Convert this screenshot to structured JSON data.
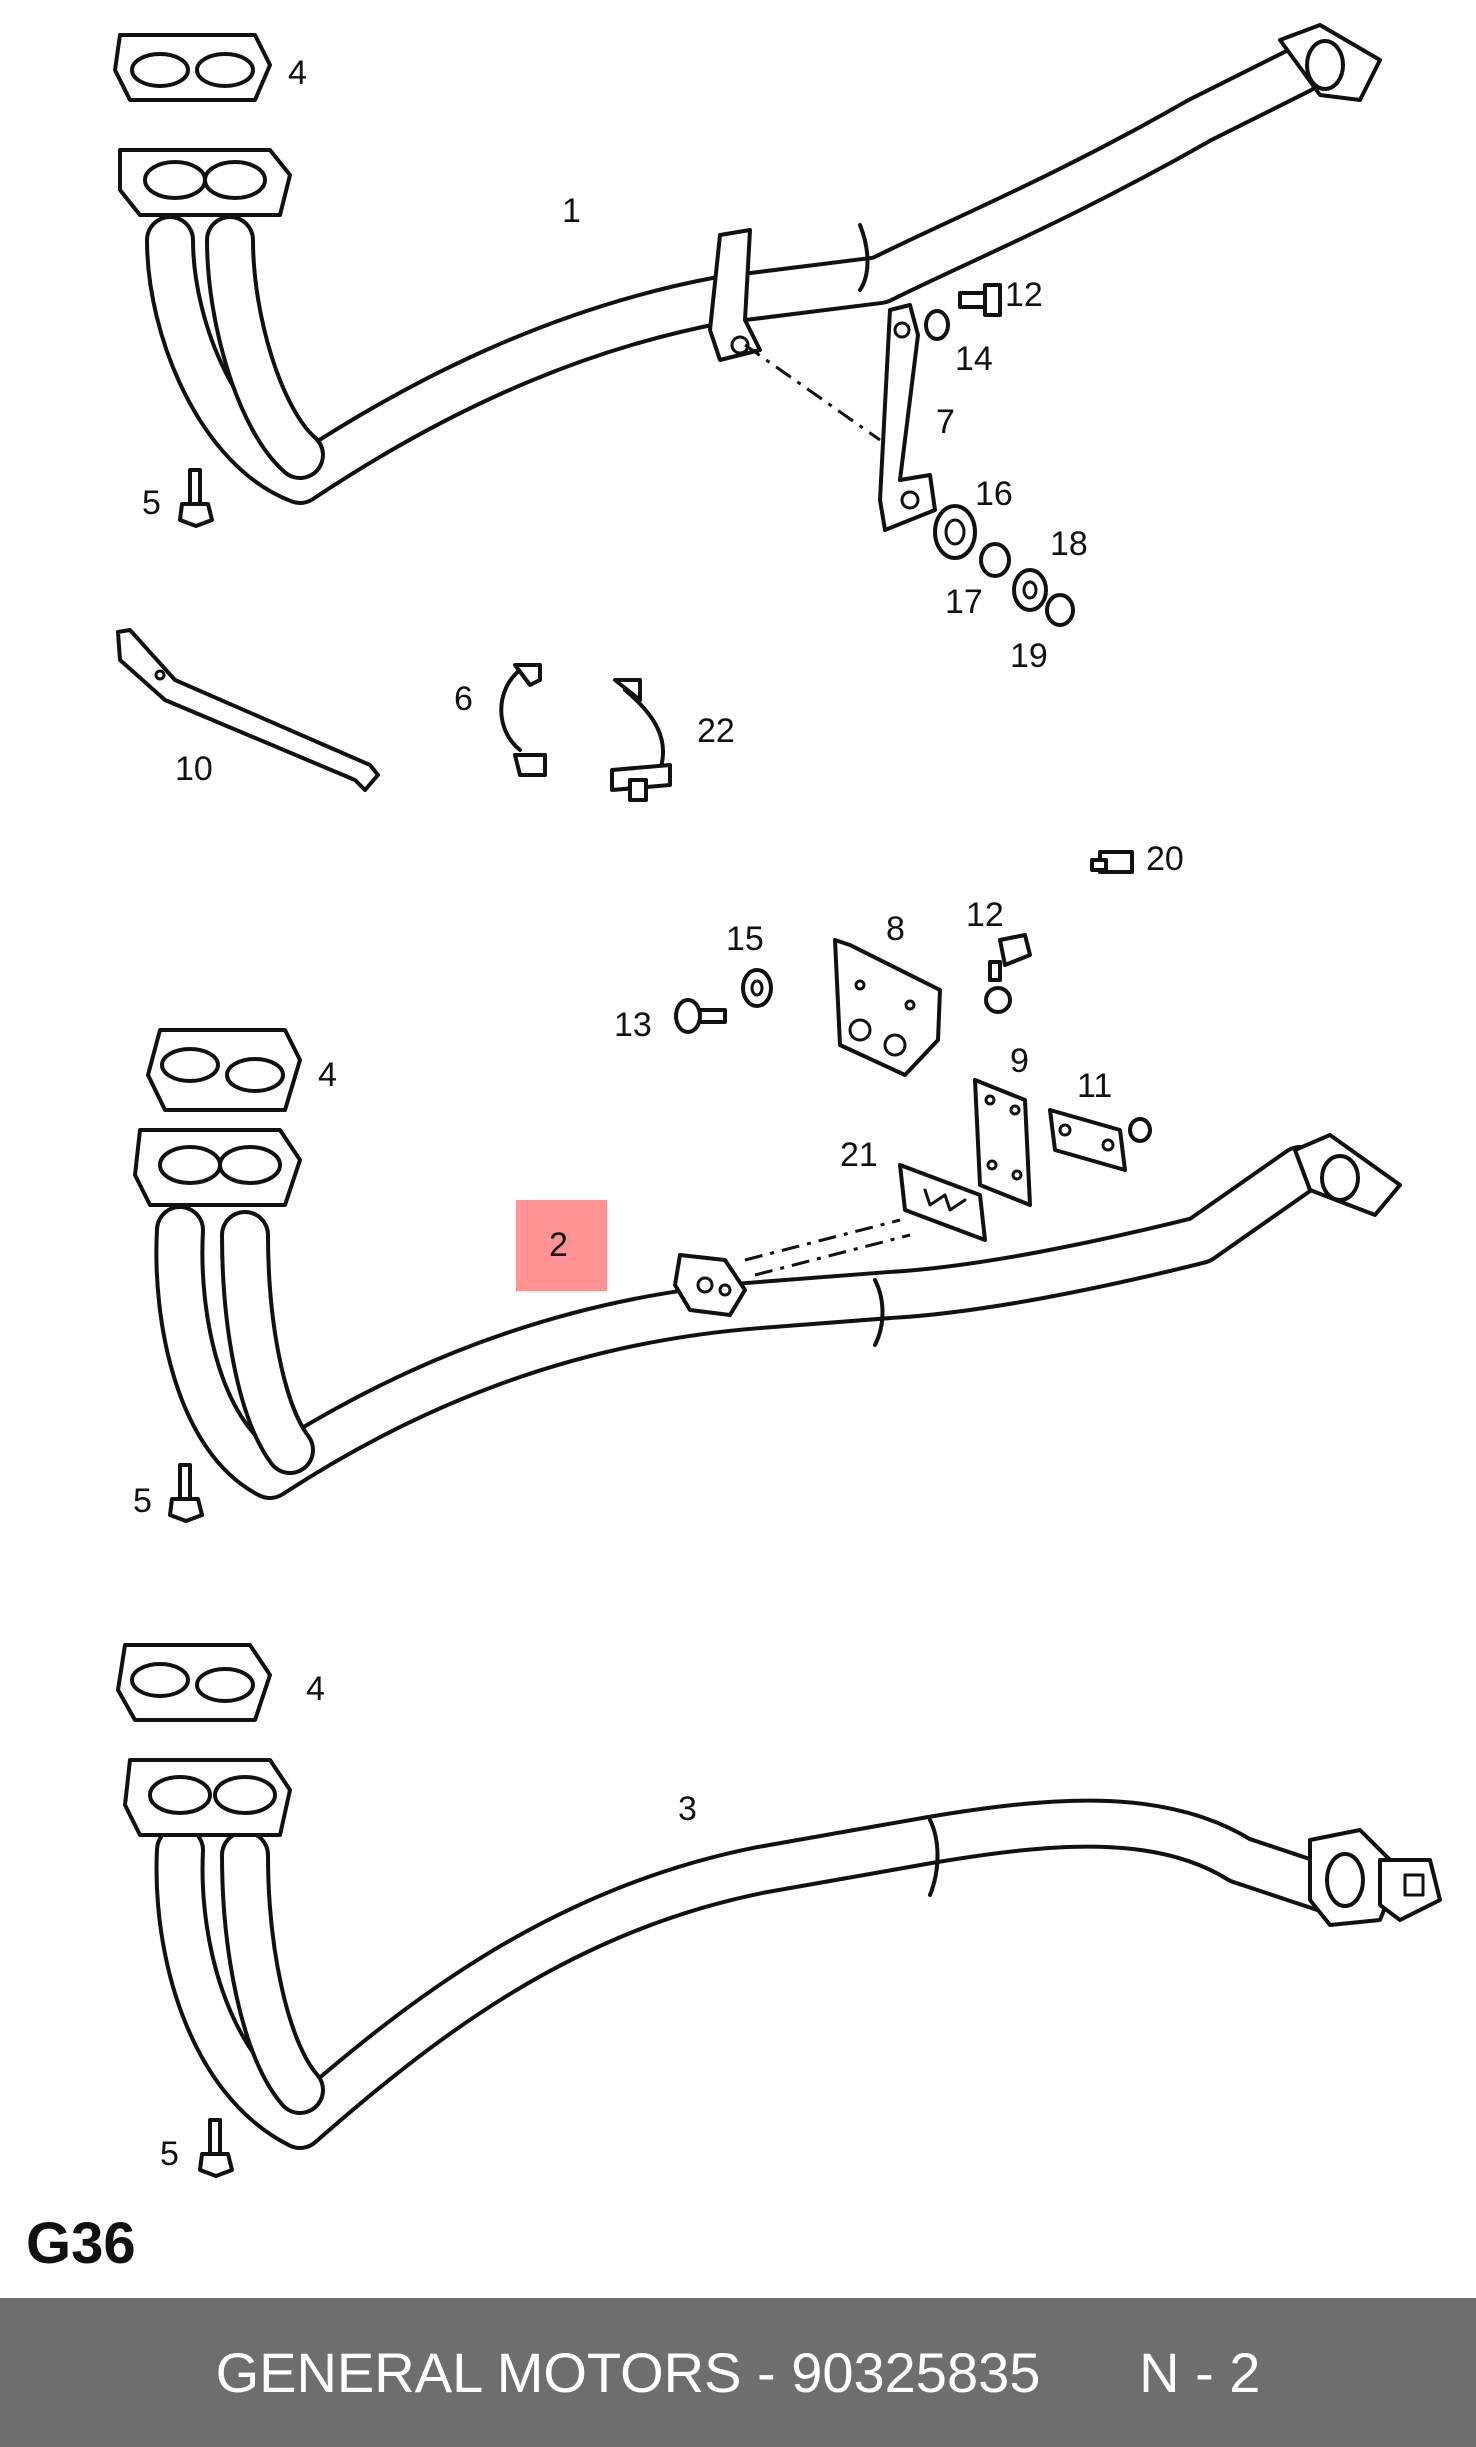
{
  "diagram": {
    "callouts": {
      "c1": "1",
      "c4a": "4",
      "c5a": "5",
      "c12a": "12",
      "c14": "14",
      "c7": "7",
      "c16": "16",
      "c18": "18",
      "c17": "17",
      "c19": "19",
      "c6": "6",
      "c22": "22",
      "c10": "10",
      "c20": "20",
      "c15": "15",
      "c8": "8",
      "c12b": "12",
      "c13": "13",
      "c4b": "4",
      "c9": "9",
      "c11": "11",
      "c21": "21",
      "c2": "2",
      "c5b": "5",
      "c4c": "4",
      "c3": "3",
      "c5c": "5"
    },
    "highlighted_callout": "2",
    "highlight_color": "#ff3b3b",
    "page_code": "G36"
  },
  "footer": {
    "brand_part": "GENERAL MOTORS - 90325835",
    "note": "N - 2",
    "background_color": "#6e6e6e",
    "text_color": "#ffffff"
  }
}
